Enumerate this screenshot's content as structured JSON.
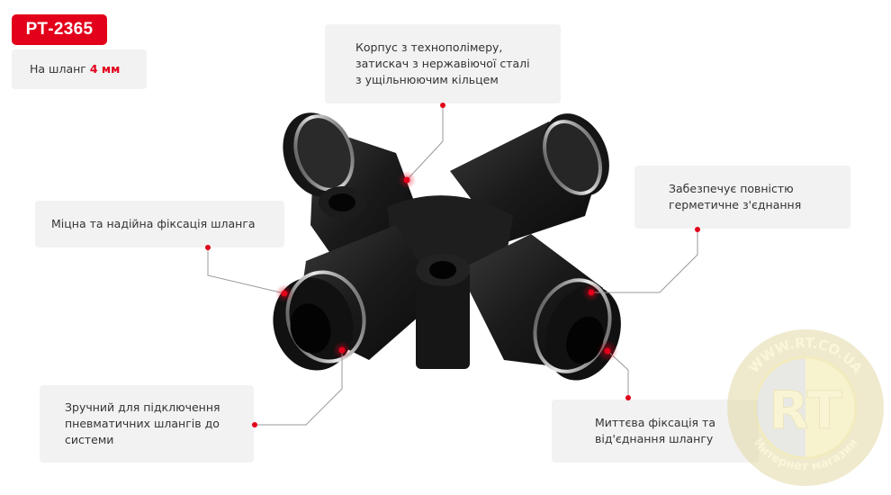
{
  "product": {
    "code": "РТ-2365",
    "hose_label_prefix": "На шланг ",
    "hose_size": "4 мм"
  },
  "features": {
    "body_material": "Корпус з технополімеру,\nзатискач з нержавіючої сталі\nз ущільнюючим кільцем",
    "sealing": "Забезпечує повністю\nгерметичне з'єднання",
    "fixation": "Міцна та надійна фіксація шланга",
    "connection": "Зручний для підключення\nпневматичних шлангів до\nсистеми",
    "quick_release": "Миттєва фіксація та\nвід'єднання шлангу"
  },
  "watermark": {
    "top_text": "WWW.RT.CO.UA",
    "bottom_text": "Интернет магазин",
    "logo": "RT"
  },
  "colors": {
    "accent": "#e2001a",
    "box_bg": "#f2f2f2",
    "text": "#333333",
    "leader_line": "#9a9a9a"
  }
}
